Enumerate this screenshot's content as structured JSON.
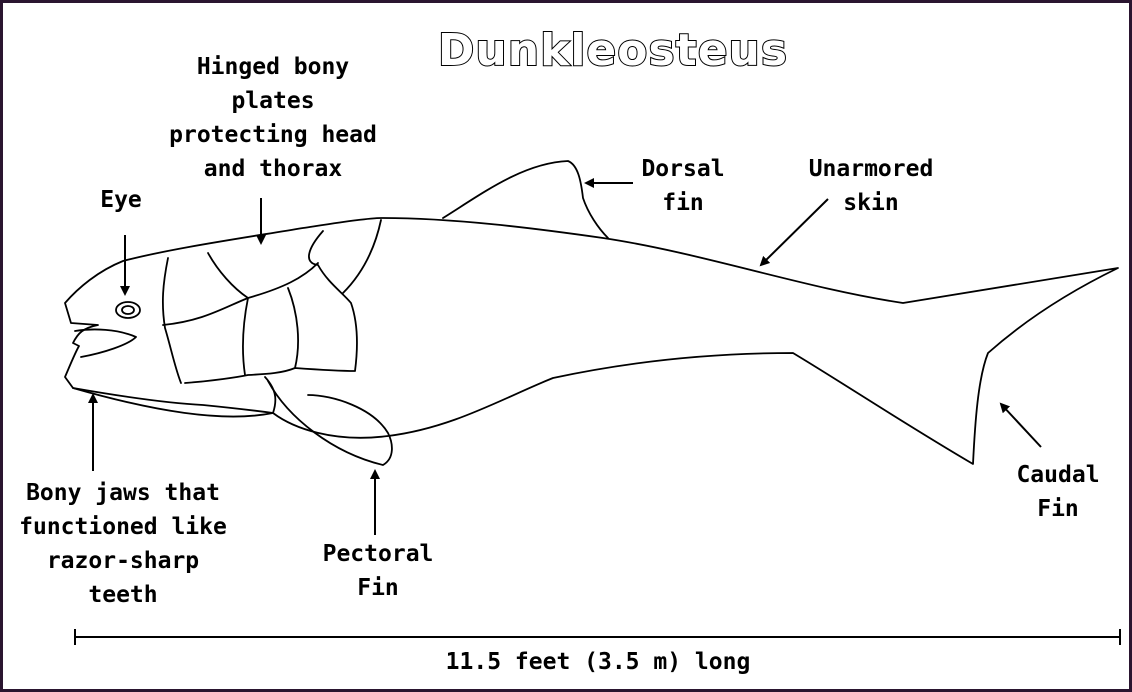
{
  "title": "Dunkleosteus",
  "labels": {
    "plates": [
      "Hinged bony",
      "plates",
      "protecting head",
      "and thorax"
    ],
    "eye": [
      "Eye"
    ],
    "dorsal": [
      "Dorsal",
      "fin"
    ],
    "skin": [
      "Unarmored",
      "skin"
    ],
    "jaws": [
      "Bony jaws that",
      "functioned like",
      "razor-sharp",
      "teeth"
    ],
    "pectoral": [
      "Pectoral",
      "Fin"
    ],
    "caudal": [
      "Caudal",
      "Fin"
    ]
  },
  "scale_label": "11.5 feet (3.5 m) long",
  "colors": {
    "frame": "#2a1530",
    "ink": "#000000",
    "background": "#ffffff"
  }
}
